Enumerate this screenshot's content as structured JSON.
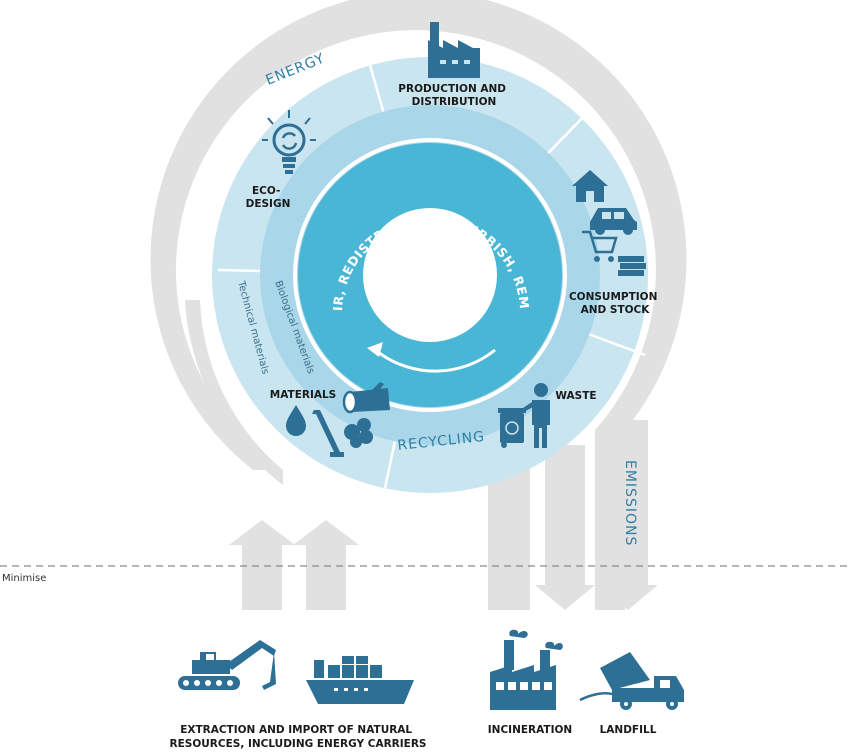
{
  "labels": {
    "energy": "ENERGY",
    "production": [
      "PRODUCTION AND",
      "DISTRIBUTION"
    ],
    "ecodesign": [
      "ECO-",
      "DESIGN"
    ],
    "consumption": [
      "CONSUMPTION",
      "AND STOCK"
    ],
    "waste": "WASTE",
    "materials": "MATERIALS",
    "recycling": "RECYCLING",
    "emissions": "EMISSIONS",
    "technical": "Technical materials",
    "biological": "Biological materials",
    "inner_ring": "REUSE, REPAIR, REDISTRIBUTE, REFURBISH, REMANUFACTURE",
    "minimise": "Minimise",
    "extraction": [
      "EXTRACTION AND IMPORT OF NATURAL",
      "RESOURCES, INCLUDING ENERGY CARRIERS"
    ],
    "incineration": "INCINERATION",
    "landfill": "LANDFILL"
  },
  "colors": {
    "grey_band": "#e0e0e0",
    "outer_ring": "#c9e5f0",
    "mid_ring": "#a9d6e8",
    "inner_ring": "#4ab6d6",
    "icon": "#2e6f95",
    "label": "#1a1a1a",
    "loop_label": "#2f7fa6"
  },
  "icons": [
    "factory-icon",
    "lightbulb-icon",
    "house-icon",
    "car-icon",
    "cart-icon",
    "money-icon",
    "person-bin-icon",
    "log-icon",
    "drop-icon",
    "beam-icon",
    "ore-icon",
    "excavator-icon",
    "ship-icon",
    "incinerator-icon",
    "dump-truck-icon"
  ]
}
